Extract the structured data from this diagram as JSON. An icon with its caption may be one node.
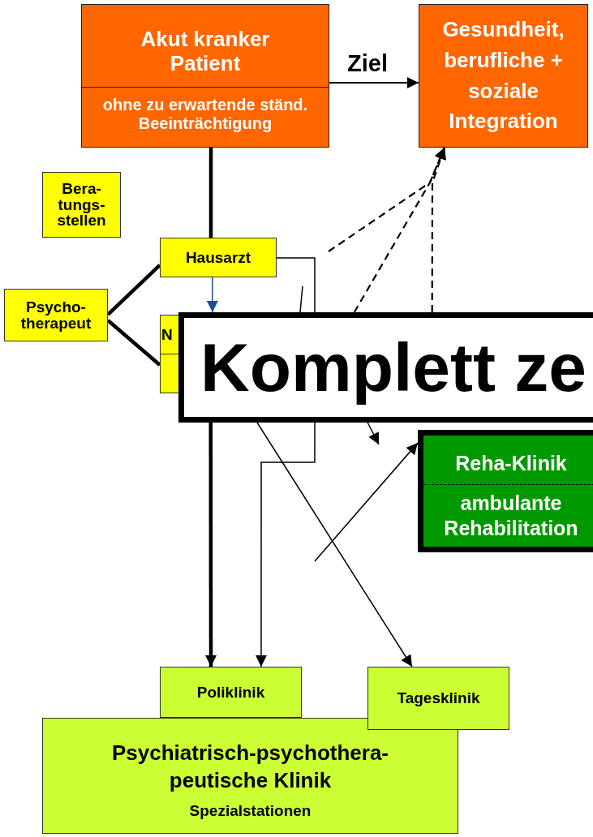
{
  "diagram": {
    "nodes": [
      {
        "text": [
          "Akut kranker Patient",
          "ohne zu erwartende ständ. Beeinträchtigung"
        ]
      },
      {
        "text": [
          "Gesundheit, berufliche + soziale Integration"
        ]
      },
      {
        "text": [
          "Bera- tungs- stellen"
        ]
      },
      {
        "text": [
          "Hausarzt"
        ]
      },
      {
        "text": [
          "Psycho- therapeut"
        ]
      },
      {
        "text": [
          "N"
        ]
      },
      {
        "text": [
          "Komplett ze"
        ]
      },
      {
        "text": [
          "Reha-Klinik",
          "ambulante Rehabilitation"
        ]
      },
      {
        "text": [
          "Poliklinik"
        ]
      },
      {
        "text": [
          "Tagesklinik"
        ]
      },
      {
        "text": [
          "Psychiatrisch-psychothera- peutische Klinik",
          "Spezialstationen"
        ]
      }
    ],
    "edges": [
      {
        "from": 0,
        "to": 1,
        "arrow": "to",
        "label": "Ziel"
      },
      {
        "from": 0,
        "to": 3,
        "arrow": "none",
        "style": "thick"
      },
      {
        "from": 4,
        "to": 3,
        "arrow": "none",
        "style": "thick"
      },
      {
        "from": 4,
        "to": 5,
        "arrow": "none",
        "style": "thick"
      },
      {
        "from": 3,
        "to": 6,
        "arrow": "to",
        "color": "#1f4e8c"
      },
      {
        "from": 3,
        "to": 6,
        "arrow": "none"
      },
      {
        "from": 6,
        "to": 8,
        "arrow": "to"
      },
      {
        "from": 6,
        "to": 8,
        "arrow": "to",
        "style": "thick"
      },
      {
        "from": 6,
        "to": 9,
        "arrow": "to"
      },
      {
        "from": null,
        "to": 6,
        "arrow": "none"
      },
      {
        "from": 6,
        "to": null,
        "arrow": "to"
      },
      {
        "from": null,
        "to": 7,
        "arrow": "to"
      },
      {
        "from": null,
        "to": 1,
        "arrow": "to",
        "style": "dashed"
      },
      {
        "from": 6,
        "to": 1,
        "arrow": "to",
        "style": "dashed"
      },
      {
        "from": 6,
        "to": 1,
        "arrow": "to",
        "style": "dashed"
      }
    ]
  }
}
